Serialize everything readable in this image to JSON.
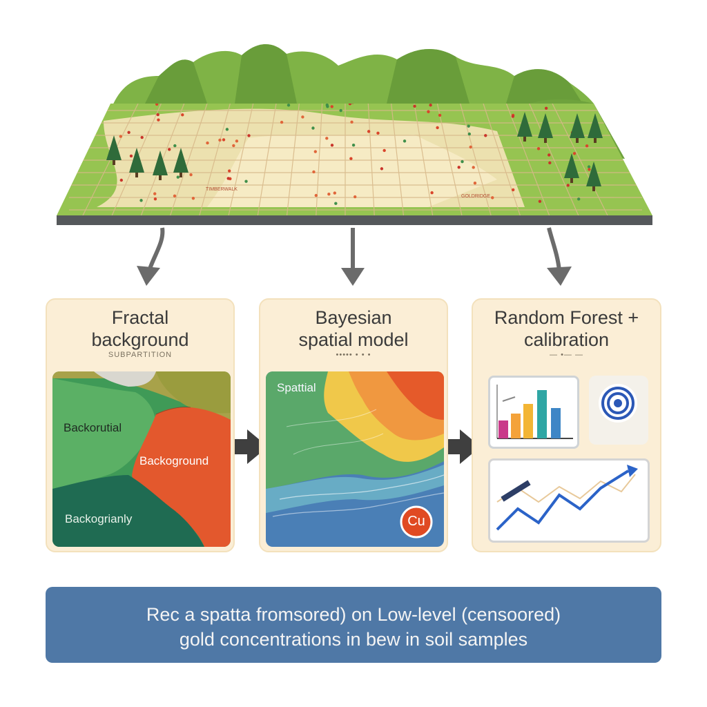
{
  "map": {
    "label_left": "TIMBERWALK",
    "label_right": "GOLDRIDGE"
  },
  "panels": [
    {
      "title_line1": "Fractal",
      "title_line2": "background",
      "subtitle": "SUBPARTITION",
      "labels": [
        "Backorutial",
        "Backoground",
        "Backogrianly"
      ]
    },
    {
      "title_line1": "Bayesian",
      "title_line2": "spatial model",
      "subtitle": "••••• • • •",
      "labels": [
        "Spattial"
      ],
      "badge": "Cu"
    },
    {
      "title_line1": "Random Forest +",
      "title_line2": "calibration",
      "subtitle": "— •— —"
    }
  ],
  "banner": {
    "line1": "Rec a spatta fromsored) on Low-level (censoored)",
    "line2": "gold concentrations in bew in soil samples"
  },
  "colors": {
    "panel_bg": "#fbeed6",
    "banner_bg": "#4f78a6",
    "arrow": "#6b6b6b"
  }
}
